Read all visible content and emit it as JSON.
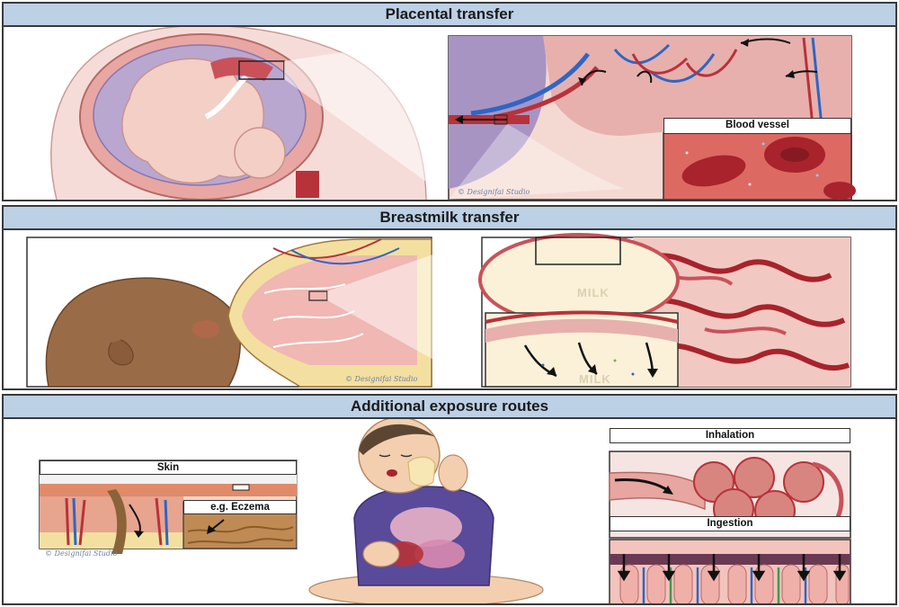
{
  "panels": {
    "placental": {
      "title": "Placental transfer",
      "inset_label": "Blood vessel",
      "credit": "© Designifai Studio"
    },
    "breastmilk": {
      "title": "Breastmilk transfer",
      "milk_label_1": "MILK",
      "milk_label_2": "MILK",
      "credit": "© Designifai Studio"
    },
    "additional": {
      "title": "Additional exposure routes",
      "skin_label": "Skin",
      "eczema_label": "e.g. Eczema",
      "inhalation_label": "Inhalation",
      "ingestion_label": "Ingestion",
      "credit": "© Designifai Studio"
    }
  },
  "colors": {
    "header_bg": "#bcd0e6",
    "skin_light": "#f2cfc9",
    "uterus": "#e8a7a3",
    "blood_red": "#b8323a",
    "vessel_blue": "#2e66c4",
    "baby_skin": "#9a6b47",
    "fat_yellow": "#f3e0a0",
    "shirt_purple": "#5a4a9a"
  }
}
